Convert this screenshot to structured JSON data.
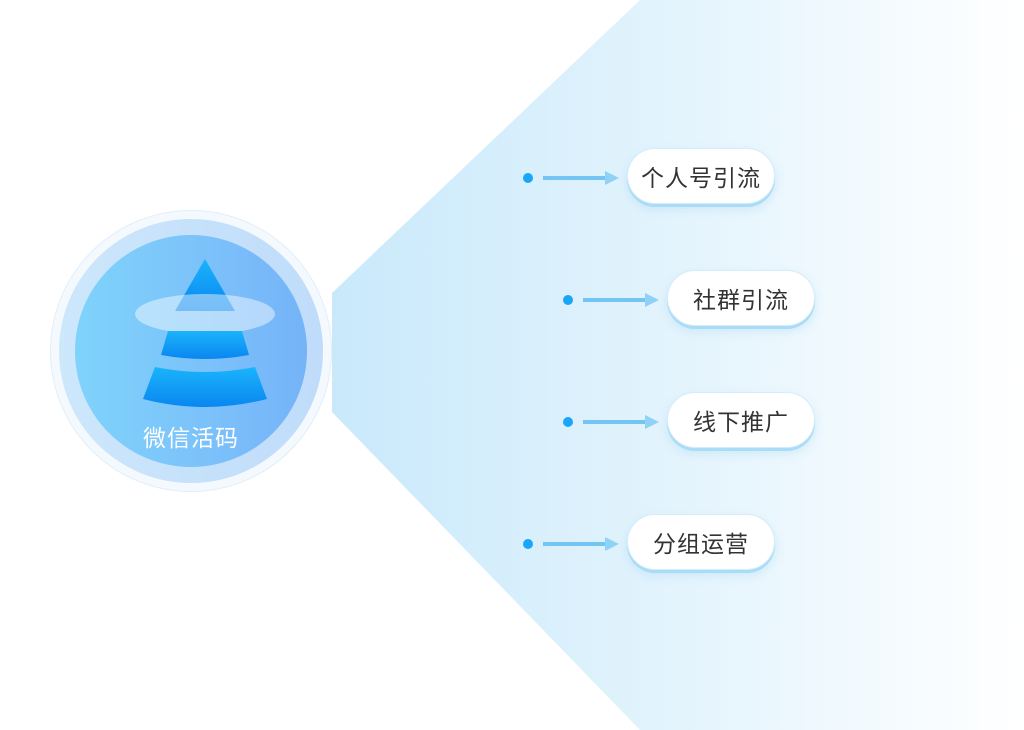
{
  "hub": {
    "label": "微信活码",
    "icon": "pyramid-cone-icon"
  },
  "branches": [
    {
      "label": "个人号引流"
    },
    {
      "label": "社群引流"
    },
    {
      "label": "线下推广"
    },
    {
      "label": "分组运营"
    }
  ],
  "colors": {
    "accent": "#1aa6f6",
    "hub_blue": "#7cc2fa",
    "cone_blue": "#0c9bf6",
    "pill_text": "#333333"
  }
}
